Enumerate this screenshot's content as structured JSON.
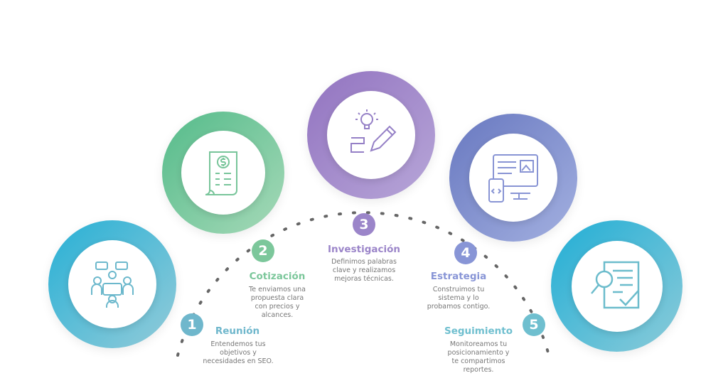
{
  "steps": [
    {
      "number": "1",
      "title": "Reunión",
      "description": "Entendemos tus objetivos y necesidades en SEO.",
      "color": "#6fb7cc",
      "icon": "meeting-icon"
    },
    {
      "number": "2",
      "title": "Cotización",
      "description": "Te enviamos una propuesta clara con precios y alcances.",
      "color": "#7cc79b",
      "icon": "invoice-icon"
    },
    {
      "number": "3",
      "title": "Investigación",
      "description": "Definimos palabras clave y realizamos mejoras técnicas.",
      "color": "#9b85c9",
      "icon": "idea-pencil-icon"
    },
    {
      "number": "4",
      "title": "Estrategia",
      "description": "Construimos tu sistema y lo probamos contigo.",
      "color": "#8895d6",
      "icon": "devices-icon"
    },
    {
      "number": "5",
      "title": "Seguimiento",
      "description": "Monitoreamos tu posicionamiento y te compartimos reportes.",
      "color": "#6fbfcf",
      "icon": "report-check-icon"
    }
  ]
}
